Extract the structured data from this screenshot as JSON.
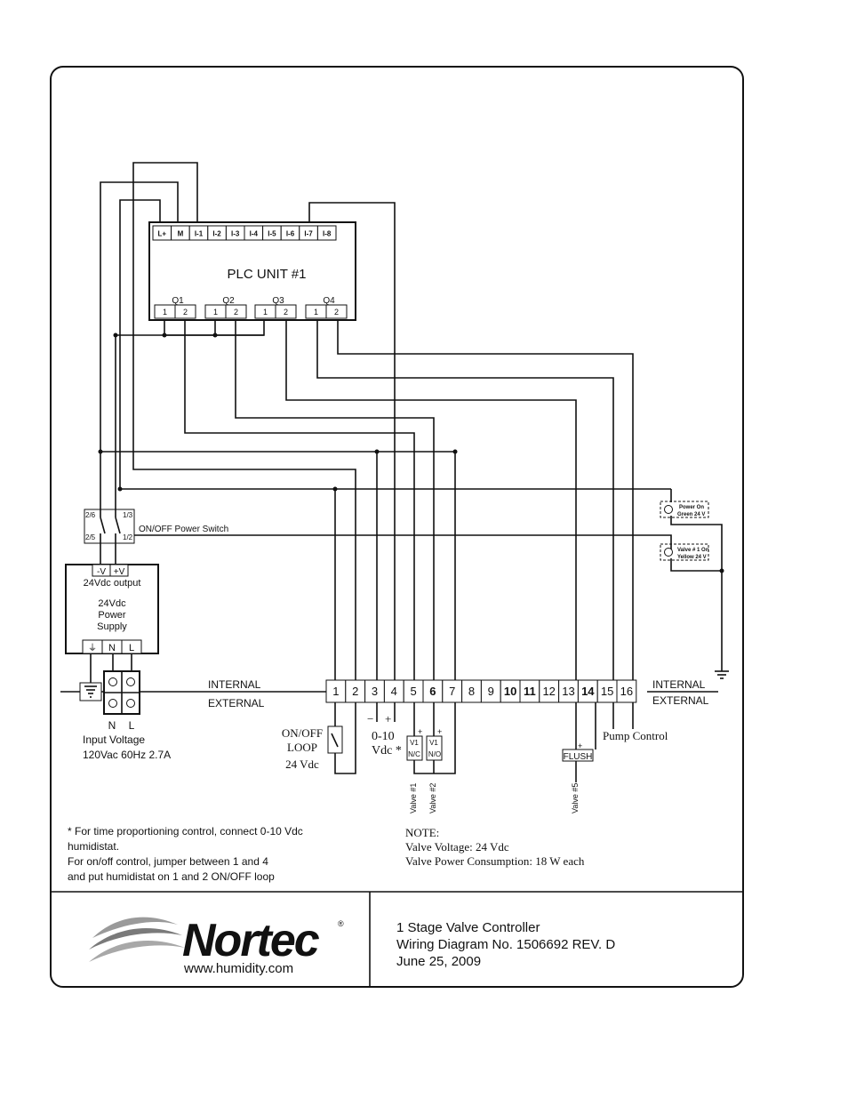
{
  "plc": {
    "title": "PLC UNIT #1",
    "inputs": [
      "L+",
      "M",
      "I-1",
      "I-2",
      "I-3",
      "I-4",
      "I-5",
      "I-6",
      "I-7",
      "I-8"
    ],
    "outputs": [
      {
        "label": "Q1",
        "pins": [
          "1",
          "2"
        ]
      },
      {
        "label": "Q2",
        "pins": [
          "1",
          "2"
        ]
      },
      {
        "label": "Q3",
        "pins": [
          "1",
          "2"
        ]
      },
      {
        "label": "Q4",
        "pins": [
          "1",
          "2"
        ]
      }
    ]
  },
  "power_switch": {
    "label": "ON/OFF Power Switch",
    "pins": [
      "2/6",
      "2/5",
      "1/3",
      "1/2"
    ]
  },
  "supply": {
    "terminals": [
      "-V",
      "+V"
    ],
    "output_label": "24Vdc output",
    "name_lines": [
      "24Vdc",
      "Power",
      "Supply"
    ],
    "input_terminals": [
      "⏚",
      "N",
      "L"
    ]
  },
  "input_voltage": {
    "terminals": [
      "N",
      "L"
    ],
    "lines": [
      "Input Voltage",
      "120Vac 60Hz 2.7A"
    ]
  },
  "boundary": {
    "internal": "INTERNAL",
    "external": "EXTERNAL"
  },
  "terminal_strip": [
    "1",
    "2",
    "3",
    "4",
    "5",
    "6",
    "7",
    "8",
    "9",
    "10",
    "11",
    "12",
    "13",
    "14",
    "15",
    "16"
  ],
  "indicators": [
    {
      "lines": [
        "Power On",
        "Green  24 V"
      ]
    },
    {
      "lines": [
        "Valve # 1 On",
        "Yellow  24 V"
      ]
    }
  ],
  "external_devices": {
    "loop": [
      "ON/OFF",
      "LOOP",
      "24 Vdc"
    ],
    "signal_polarity": [
      "−",
      "+"
    ],
    "signal": [
      "0-10",
      "Vdc *"
    ],
    "valve_polarity": [
      "+",
      "+",
      "+"
    ],
    "valve1": [
      "V1",
      "N/C"
    ],
    "valve2": [
      "V1",
      "N/O"
    ],
    "flush": "FLUSH",
    "pump": "Pump Control",
    "valve_labels": [
      "Valve #1",
      "Valve #2",
      "Valve #5"
    ]
  },
  "footnote": [
    "* For time proportioning control, connect 0-10 Vdc",
    "humidistat.",
    "For on/off control, jumper between 1 and 4",
    "and put humidistat on 1 and 2 ON/OFF loop"
  ],
  "note": [
    "NOTE:",
    "Valve Voltage: 24 Vdc",
    "Valve Power Consumption: 18 W each"
  ],
  "brand": {
    "name": "Nortec",
    "registered": "®",
    "url": "www.humidity.com"
  },
  "title_block": [
    "1 Stage Valve Controller",
    "Wiring Diagram No. 1506692  REV.  D",
    "June 25, 2009"
  ]
}
